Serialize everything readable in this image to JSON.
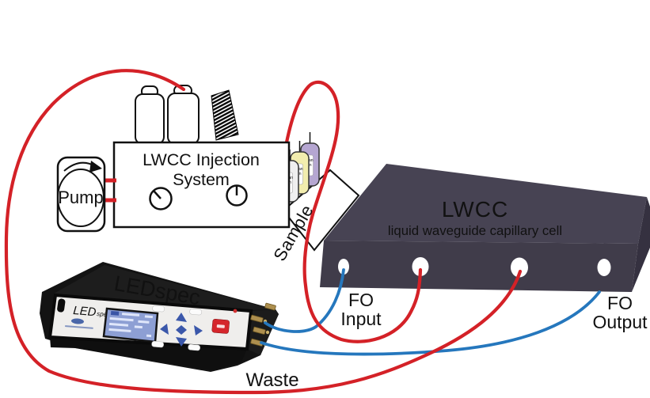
{
  "colors": {
    "tube_red": "#d42127",
    "fiber_blue": "#2577bd",
    "lwcc_top": "#474353",
    "lwcc_front": "#403c4a",
    "vial_yellow": "#f2edae",
    "vial_purple": "#b5a6d1"
  },
  "injection": {
    "title_line1": "LWCC Injection",
    "title_line2": "System"
  },
  "pump": {
    "label": "Pump"
  },
  "vials": [
    {
      "line1": "Clean",
      "line2": "soln",
      "line3": "1"
    },
    {
      "line1": "Clean",
      "line2": "soln",
      "line3": ""
    },
    {
      "line1": "Clean",
      "line2": "soln",
      "line3": ""
    }
  ],
  "lwcc": {
    "title": "LWCC",
    "subtitle": "liquid waveguide capillary cell"
  },
  "ledspec": {
    "top_label": "LEDspec",
    "panel_logo_main": "LED",
    "panel_logo_sub": "spec"
  },
  "labels": {
    "sample": "Sample",
    "waste": "Waste",
    "fo_input_line1": "FO",
    "fo_input_line2": "Input",
    "fo_output_line1": "FO",
    "fo_output_line2": "Output"
  }
}
